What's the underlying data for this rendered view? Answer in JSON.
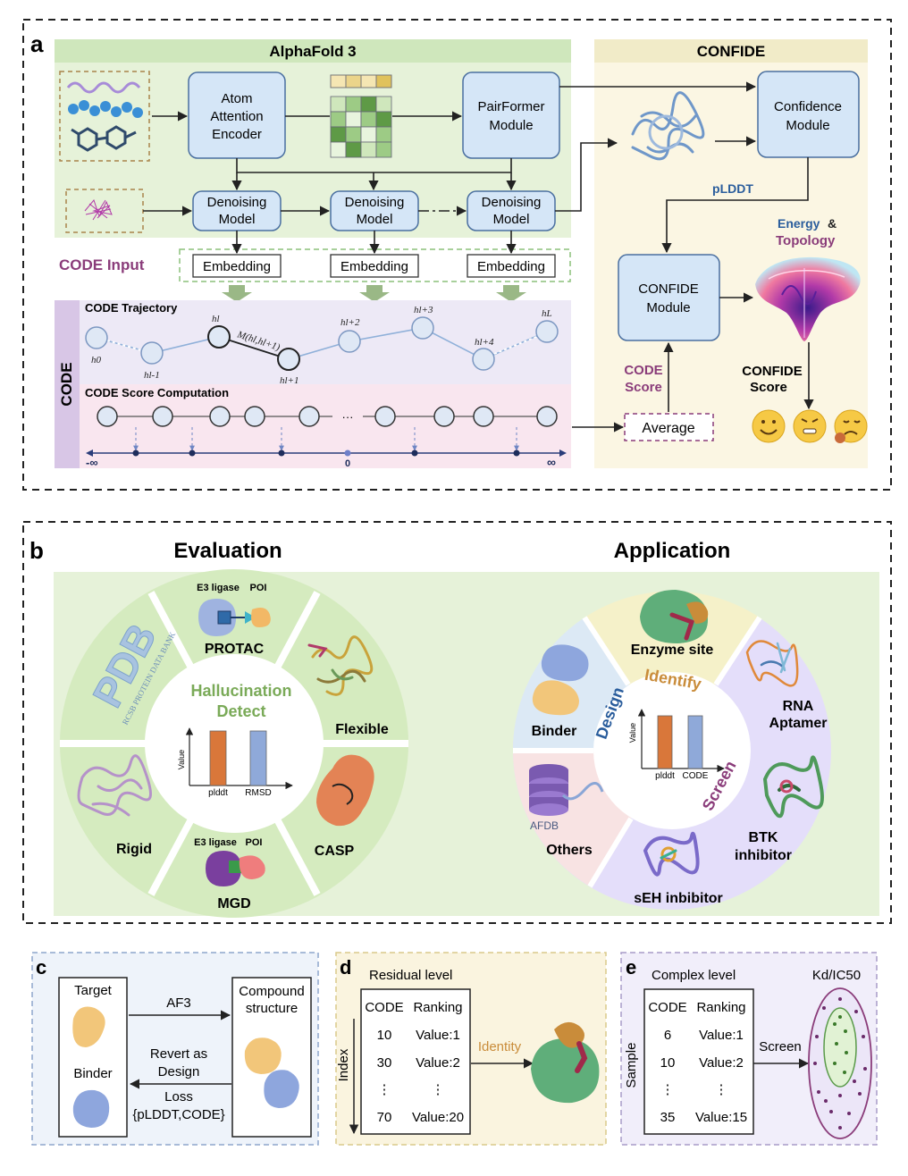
{
  "panel_a": {
    "letter": "a",
    "alphafold_title": "AlphaFold 3",
    "confide_title": "CONFIDE",
    "atom_encoder": [
      "Atom",
      "Attention",
      "Encoder"
    ],
    "pairformer": [
      "PairFormer",
      "Module"
    ],
    "confidence_module": [
      "Confidence",
      "Module"
    ],
    "denoising": [
      "Denoising",
      "Model"
    ],
    "embedding": "Embedding",
    "code_input": "CODE Input",
    "plddt": "pLDDT",
    "energy": "Energy",
    "amp": "&",
    "topology": "Topology",
    "confide_module": [
      "CONFIDE",
      "Module"
    ],
    "code_side": "CODE",
    "code_trajectory": "CODE Trajectory",
    "code_score_computation": "CODE Score Computation",
    "traj_labels": [
      "h0",
      "hl-1",
      "hl",
      "M(hl,hl+1)",
      "hl+1",
      "hl+2",
      "hl+3",
      "hl+4",
      "hL"
    ],
    "ellipsis": "···",
    "axis_neg": "-∞",
    "axis_zero": "0",
    "axis_pos": "∞",
    "code_score": [
      "CODE",
      "Score"
    ],
    "average": "Average",
    "confide_score": [
      "CONFIDE",
      "Score"
    ]
  },
  "panel_b": {
    "letter": "b",
    "evaluation_title": "Evaluation",
    "application_title": "Application",
    "eval_segments": {
      "protac": "PROTAC",
      "e3_ligase": "E3 ligase",
      "poi": "POI",
      "flexible": "Flexible",
      "casp": "CASP",
      "mgd": "MGD",
      "rigid": "Rigid",
      "pdb": "PDB",
      "pdb_sub": "RCSB  PROTEIN DATA BANK"
    },
    "hallucination": [
      "Hallucination",
      "Detect"
    ],
    "eval_bars": {
      "ylabel": "Value",
      "categories": [
        "plddt",
        "RMSD"
      ],
      "colors": [
        "#d9773a",
        "#8fa9d9"
      ]
    },
    "app_segments": {
      "enzyme": "Enzyme site",
      "rna": [
        "RNA",
        "Aptamer"
      ],
      "btk": [
        "BTK",
        "inhibitor"
      ],
      "seh": "sEH inbibitor",
      "others": "Others",
      "afdb": "AFDB",
      "binder": "Binder"
    },
    "app_words": {
      "design": "Design",
      "identify": "Identify",
      "screen": "Screen"
    },
    "app_bars": {
      "ylabel": "Value",
      "categories": [
        "plddt",
        "CODE"
      ],
      "colors": [
        "#d9773a",
        "#8fa9d9"
      ]
    }
  },
  "panel_c": {
    "letter": "c",
    "target": "Target",
    "binder": "Binder",
    "af3": "AF3",
    "revert": [
      "Revert as",
      "Design"
    ],
    "loss": [
      "Loss",
      "{pLDDT,CODE}"
    ],
    "compound": [
      "Compound",
      "structure"
    ]
  },
  "panel_d": {
    "letter": "d",
    "title": "Residual level",
    "headers": [
      "CODE",
      "Ranking"
    ],
    "rows": [
      [
        "10",
        "Value:1"
      ],
      [
        "30",
        "Value:2"
      ],
      [
        "⋮",
        "⋮"
      ],
      [
        "70",
        "Value:20"
      ]
    ],
    "side": "Index",
    "identity": "Identity"
  },
  "panel_e": {
    "letter": "e",
    "title": "Complex level",
    "kd": "Kd/IC50",
    "headers": [
      "CODE",
      "Ranking"
    ],
    "rows": [
      [
        "6",
        "Value:1"
      ],
      [
        "10",
        "Value:2"
      ],
      [
        "⋮",
        "⋮"
      ],
      [
        "35",
        "Value:15"
      ]
    ],
    "side": "Sample",
    "screen": "Screen"
  },
  "colors": {
    "green_bg": "#e6f2d9",
    "green_header": "#cfe7bc",
    "cream_bg": "#fbf6e3",
    "cream_header": "#f1ebc8",
    "blue_box": "#d5e6f7",
    "box_stroke": "#4a6fa0",
    "code_purple": "#8a3c7a",
    "plddt_blue": "#2a5d9c",
    "traj_bg": "#ede9f6",
    "score_bg": "#f9e6ef"
  }
}
